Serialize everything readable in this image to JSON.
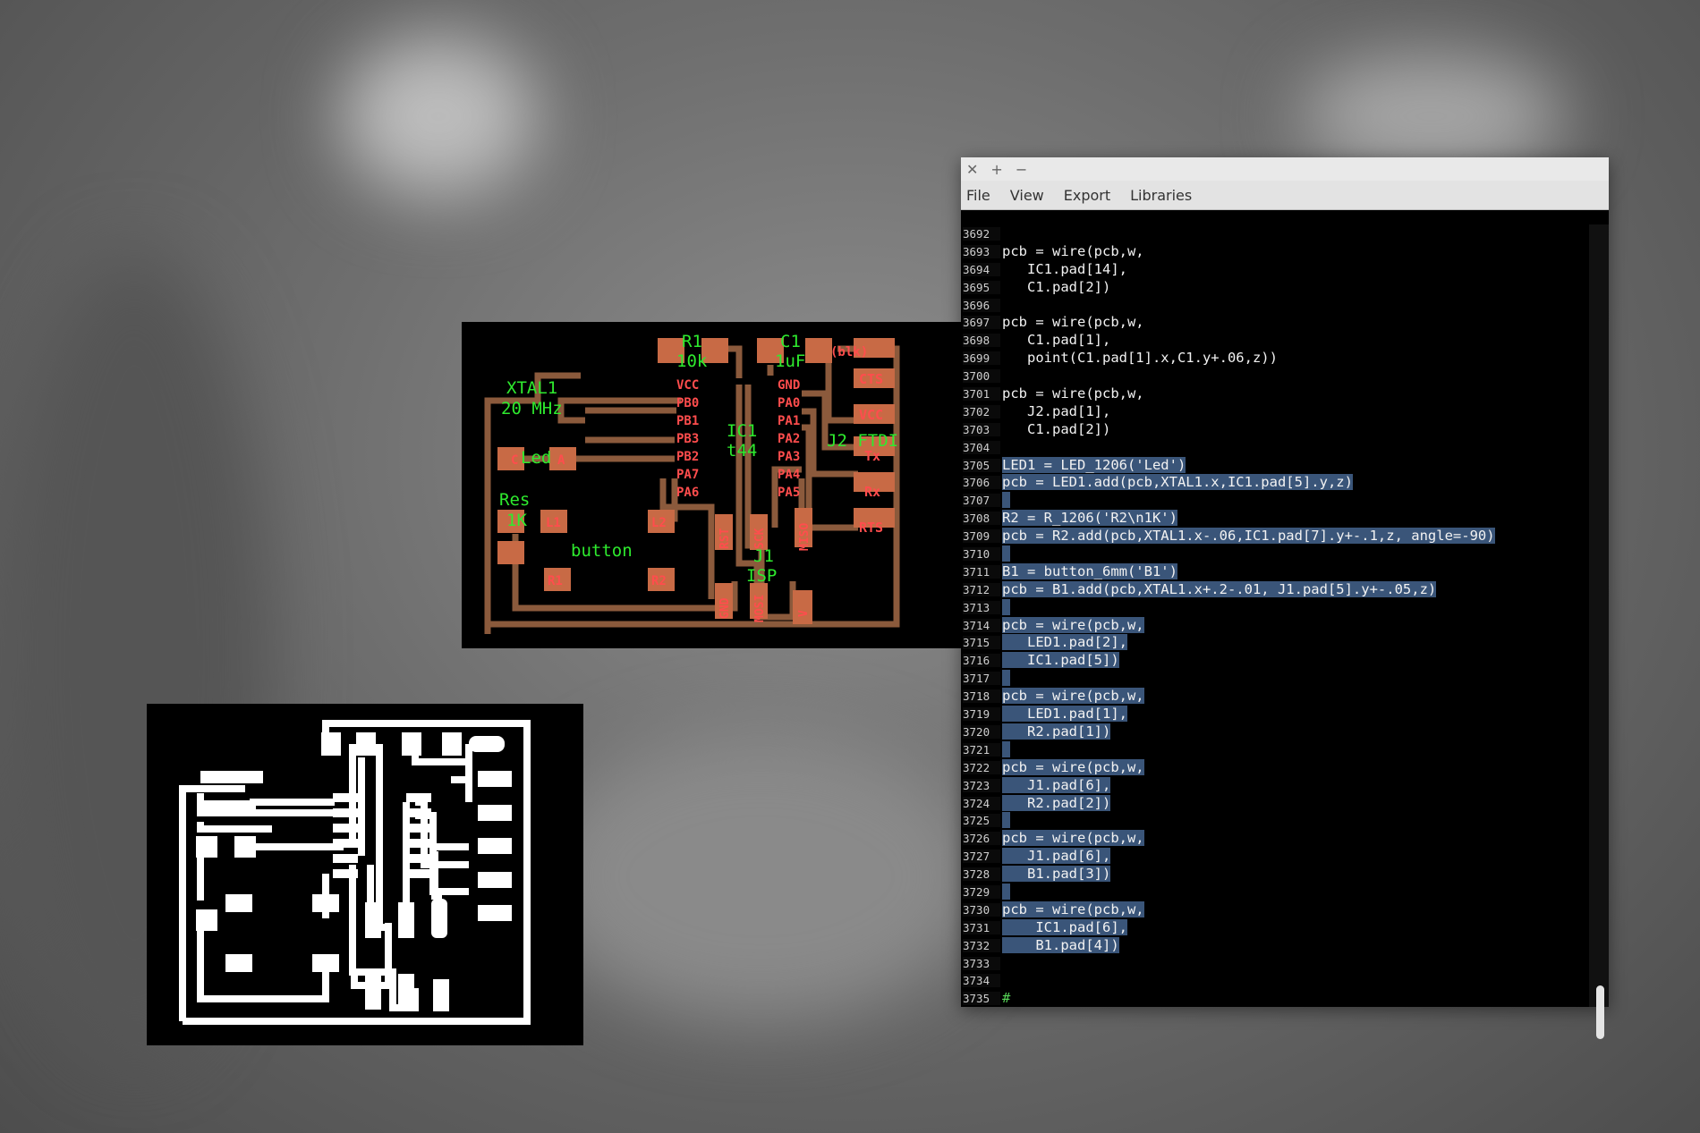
{
  "window": {
    "controls": [
      "✕",
      "+",
      "−"
    ],
    "menu": [
      "File",
      "View",
      "Export",
      "Libraries"
    ]
  },
  "code_lines": [
    {
      "n": "3692",
      "t": "",
      "sel": false
    },
    {
      "n": "3693",
      "t": "pcb = wire(pcb,w,",
      "sel": false
    },
    {
      "n": "3694",
      "t": "   IC1.pad[14],",
      "sel": false
    },
    {
      "n": "3695",
      "t": "   C1.pad[2])",
      "sel": false
    },
    {
      "n": "3696",
      "t": "",
      "sel": false
    },
    {
      "n": "3697",
      "t": "pcb = wire(pcb,w,",
      "sel": false
    },
    {
      "n": "3698",
      "t": "   C1.pad[1],",
      "sel": false
    },
    {
      "n": "3699",
      "t": "   point(C1.pad[1].x,C1.y+.06,z))",
      "sel": false
    },
    {
      "n": "3700",
      "t": "",
      "sel": false
    },
    {
      "n": "3701",
      "t": "pcb = wire(pcb,w,",
      "sel": false
    },
    {
      "n": "3702",
      "t": "   J2.pad[1],",
      "sel": false
    },
    {
      "n": "3703",
      "t": "   C1.pad[2])",
      "sel": false
    },
    {
      "n": "3704",
      "t": "",
      "sel": false
    },
    {
      "n": "3705",
      "t": "LED1 = LED_1206('Led')",
      "sel": true
    },
    {
      "n": "3706",
      "t": "pcb = LED1.add(pcb,XTAL1.x,IC1.pad[5].y,z)",
      "sel": true
    },
    {
      "n": "3707",
      "t": " ",
      "sel": true
    },
    {
      "n": "3708",
      "t": "R2 = R_1206('R2\\n1K')",
      "sel": true
    },
    {
      "n": "3709",
      "t": "pcb = R2.add(pcb,XTAL1.x-.06,IC1.pad[7].y+-.1,z, angle=-90)",
      "sel": true
    },
    {
      "n": "3710",
      "t": " ",
      "sel": true
    },
    {
      "n": "3711",
      "t": "B1 = button_6mm('B1')",
      "sel": true
    },
    {
      "n": "3712",
      "t": "pcb = B1.add(pcb,XTAL1.x+.2-.01, J1.pad[5].y+-.05,z)",
      "sel": true
    },
    {
      "n": "3713",
      "t": " ",
      "sel": true
    },
    {
      "n": "3714",
      "t": "pcb = wire(pcb,w,",
      "sel": true
    },
    {
      "n": "3715",
      "t": "   LED1.pad[2],",
      "sel": true
    },
    {
      "n": "3716",
      "t": "   IC1.pad[5])",
      "sel": true
    },
    {
      "n": "3717",
      "t": " ",
      "sel": true
    },
    {
      "n": "3718",
      "t": "pcb = wire(pcb,w,",
      "sel": true
    },
    {
      "n": "3719",
      "t": "   LED1.pad[1],",
      "sel": true
    },
    {
      "n": "3720",
      "t": "   R2.pad[1])",
      "sel": true
    },
    {
      "n": "3721",
      "t": " ",
      "sel": true
    },
    {
      "n": "3722",
      "t": "pcb = wire(pcb,w,",
      "sel": true
    },
    {
      "n": "3723",
      "t": "   J1.pad[6],",
      "sel": true
    },
    {
      "n": "3724",
      "t": "   R2.pad[2])",
      "sel": true
    },
    {
      "n": "3725",
      "t": " ",
      "sel": true
    },
    {
      "n": "3726",
      "t": "pcb = wire(pcb,w,",
      "sel": true
    },
    {
      "n": "3727",
      "t": "   J1.pad[6],",
      "sel": true
    },
    {
      "n": "3728",
      "t": "   B1.pad[3])",
      "sel": true
    },
    {
      "n": "3729",
      "t": " ",
      "sel": true
    },
    {
      "n": "3730",
      "t": "pcb = wire(pcb,w,",
      "sel": true
    },
    {
      "n": "3731",
      "t": "    IC1.pad[6],",
      "sel": true
    },
    {
      "n": "3732",
      "t": "    B1.pad[4])",
      "sel": true
    },
    {
      "n": "3733",
      "t": "",
      "sel": false
    },
    {
      "n": "3734",
      "t": "",
      "sel": false
    },
    {
      "n": "3735",
      "t": "#",
      "sel": false,
      "comment": true
    }
  ],
  "board": {
    "labels": {
      "r1": "R1",
      "r1_value": "10k",
      "c1": "C1",
      "c1_value": "1uF",
      "blk": "(blk)",
      "xtal1": "XTAL1",
      "xtal1_freq": "20 MHz",
      "ic1": "IC1",
      "ic1_part": "t44",
      "j2": "J2 FTDI",
      "led": "Led",
      "res": "Res",
      "res_value": "1K",
      "button": "button",
      "j1": "J1",
      "isp": "ISP"
    },
    "pads_left": [
      "VCC",
      "PB0",
      "PB1",
      "PB3",
      "PB2",
      "PA7",
      "PA6"
    ],
    "pads_right": [
      "GND",
      "PA0",
      "PA1",
      "PA2",
      "PA3",
      "PA4",
      "PA5"
    ],
    "ftdi_pins": [
      "CTS",
      "VCC",
      "Tx",
      "Rx",
      "RTS"
    ],
    "isp_pins": [
      "RST",
      "SCK",
      "MISO",
      "GND",
      "MOSI",
      "V"
    ],
    "small_pads": [
      "L1",
      "L2",
      "R1",
      "R2",
      "C",
      "A"
    ]
  },
  "colors": {
    "trace": "#8b5a3c",
    "pad": "#c86a45",
    "pad_text": "#ff4d4d",
    "label": "#2eea2e",
    "selection": "#3a5579"
  }
}
